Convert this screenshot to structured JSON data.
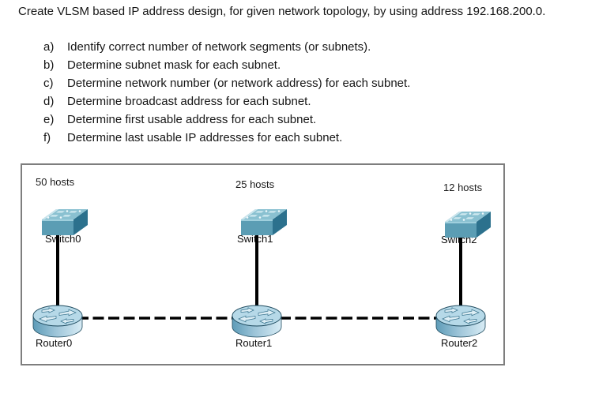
{
  "title": "Create VLSM based IP address design, for given network topology, by using address 192.168.200.0.",
  "tasks": [
    {
      "letter": "a)",
      "text": "Identify correct number of network segments (or subnets)."
    },
    {
      "letter": "b)",
      "text": "Determine subnet mask for each subnet."
    },
    {
      "letter": "c)",
      "text": "Determine network number (or network address) for each subnet."
    },
    {
      "letter": "d)",
      "text": "Determine broadcast address for each subnet."
    },
    {
      "letter": "e)",
      "text": "Determine first usable address for each subnet."
    },
    {
      "letter": "f)",
      "text": "Determine last usable IP addresses for each subnet."
    }
  ],
  "topology": {
    "base_address": "192.168.200.0",
    "columns": [
      {
        "hosts_label": "50 hosts",
        "switch_label": "Switch0",
        "router_label": "Router0"
      },
      {
        "hosts_label": "25 hosts",
        "switch_label": "Switch1",
        "router_label": "Router1"
      },
      {
        "hosts_label": "12 hosts",
        "switch_label": "Switch2",
        "router_label": "Router2"
      }
    ],
    "links": {
      "switch_to_router": "solid",
      "router_to_router": "dashed"
    },
    "colors": {
      "switch_top": "#8ac1d1",
      "switch_front": "#5b9db4",
      "switch_side": "#2c718d",
      "switch_highlight": "#c9e4ec",
      "router_top": "#b6d9e8",
      "router_body_light": "#d8ecf5",
      "router_body_dark": "#5e9cb8",
      "device_outline": "#1e4a5e",
      "link": "#000000",
      "frame_border": "#7e7e7e"
    }
  }
}
